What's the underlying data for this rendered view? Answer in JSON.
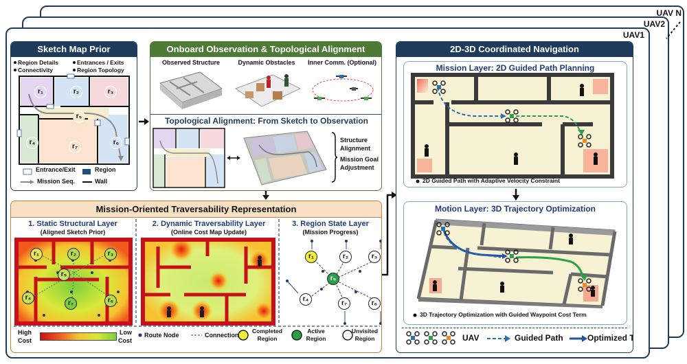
{
  "stack_labels": {
    "uav_n": "UAV N",
    "uav_2": "UAV2",
    "uav_1": "UAV1"
  },
  "sketch_map": {
    "title": "Sketch Map Prior",
    "legend_top": [
      "Region Details",
      "Entrances / Exits",
      "Connectivity",
      "Region Topology"
    ],
    "regions": [
      "r₁",
      "r₂",
      "r₃",
      "r₄",
      "r₅",
      "r₆",
      "r₇"
    ],
    "legend_bottom": {
      "entrance": "Entrance/Exit",
      "region": "Region",
      "mission": "Mission Seq.",
      "wall": "Wall"
    }
  },
  "onboard": {
    "title": "Onboard Observation & Topological Alignment",
    "cols": [
      "Observed Structure",
      "Dynamic Obstacles",
      "Inner Comm. (Optional)"
    ],
    "topo_title": "Topological Alignment: From Sketch to Observation",
    "side": [
      "Structure",
      "Alignment",
      "Mission Goal",
      "Adjustment"
    ]
  },
  "traversability": {
    "title": "Mission-Oriented Traversability Representation",
    "layer1": {
      "title": "1. Static Structural Layer",
      "sub": "(Aligned Sketch Prior)"
    },
    "layer2": {
      "title": "2. Dynamic Traversability Layer",
      "sub": "(Online Cost Map Update)"
    },
    "layer3": {
      "title": "3. Region State Layer",
      "sub": "(Mission Progress)"
    },
    "legend": {
      "high": "High",
      "cost": "Cost",
      "low": "Low",
      "cost2": "Cost",
      "route": "Route Node",
      "conn": "Connection",
      "completed": "Completed",
      "active": "Active",
      "unvisited": "Unvisited",
      "region": "Region"
    }
  },
  "navigation": {
    "title": "2D-3D Coordinated Navigation",
    "mission_layer": "Mission Layer: 2D Guided Path Planning",
    "mission_caption": "2D Guided Path with Adaptive Velocity Constraint",
    "motion_layer": "Motion Layer: 3D Trajectory Optimization",
    "motion_caption": "3D Trajectory Optimization with Guided Waypoint Cost Term",
    "legend": {
      "uav": "UAV",
      "guided": "Guided Path",
      "optimized": "Optimized Traj."
    }
  },
  "colors": {
    "navy": "#1f3b5c",
    "green": "#4d7a34",
    "peach": "#f8e0c4",
    "rule": "#2c4a7a"
  }
}
